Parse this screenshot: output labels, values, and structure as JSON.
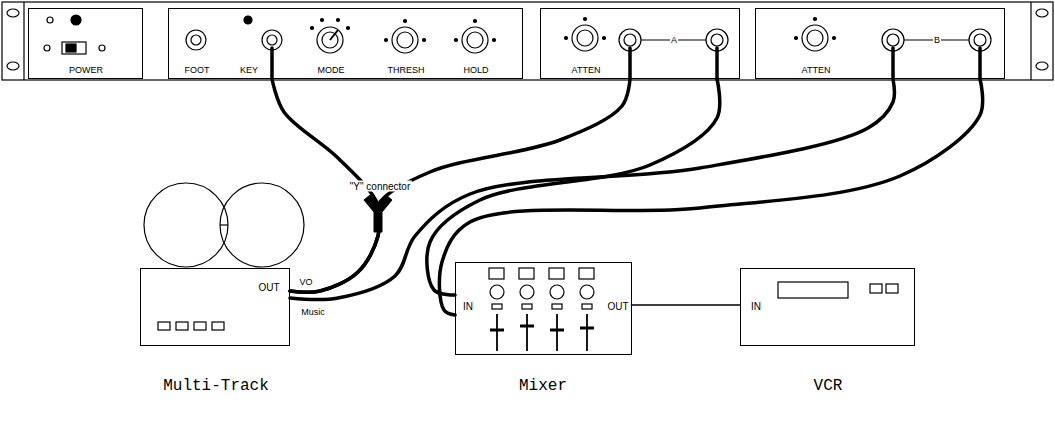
{
  "diagram": {
    "nodes": [
      {
        "text": [
          "POWER"
        ]
      },
      {
        "text": [
          "FOOT",
          "KEY",
          "MODE",
          "THRESH",
          "HOLD"
        ]
      },
      {
        "text": [
          "ATTEN",
          "A"
        ]
      },
      {
        "text": [
          "ATTEN",
          "B"
        ]
      },
      {
        "text": [
          "Multi-Track",
          "OUT",
          "VO",
          "Music"
        ]
      },
      {
        "text": [
          "Mixer",
          "IN",
          "OUT"
        ]
      },
      {
        "text": [
          "VCR",
          "IN"
        ]
      }
    ],
    "edges": [
      {
        "from": 4,
        "to": 1,
        "arrow": "none"
      },
      {
        "from": 4,
        "to": 2,
        "arrow": "none"
      },
      {
        "from": 2,
        "to": 5,
        "arrow": "none"
      },
      {
        "from": 4,
        "to": 3,
        "arrow": "none"
      },
      {
        "from": 3,
        "to": 5,
        "arrow": "none"
      },
      {
        "from": 5,
        "to": 6,
        "arrow": "none"
      }
    ],
    "labels": [
      "\"Y\" connector"
    ]
  }
}
